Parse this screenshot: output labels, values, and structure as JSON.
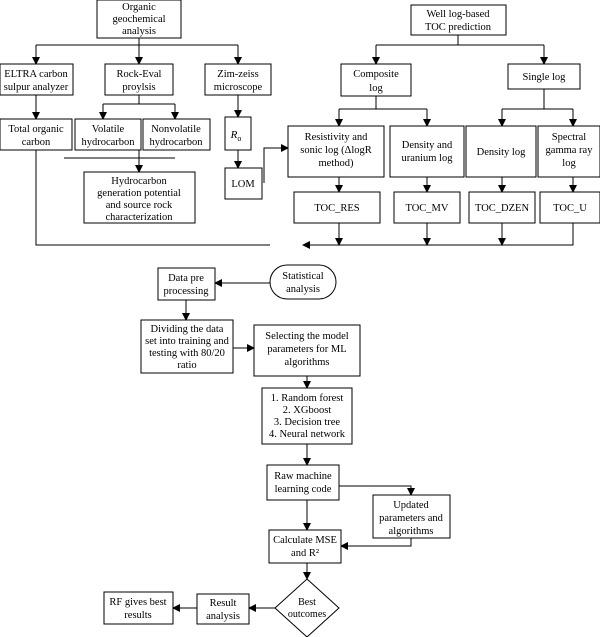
{
  "boxes": {
    "organic": [
      "Organic",
      "geochemical",
      "analysis"
    ],
    "well_log": [
      "Well log-based",
      "TOC prediction"
    ],
    "eltra": [
      "ELTRA carbon",
      "sulpur analyzer"
    ],
    "rock_eval": [
      "Rock-Eval",
      "proylsis"
    ],
    "zim": [
      "Zim-zeiss",
      "microscope"
    ],
    "composite": [
      "Composite",
      "log"
    ],
    "single": [
      "Single log"
    ],
    "toc_carbon": [
      "Total organic",
      "carbon"
    ],
    "volatile": [
      "Volatile",
      "hydrocarbon"
    ],
    "nonvolatile": [
      "Nonvolatile",
      "hydrocarbon"
    ],
    "ro_main": "R",
    "ro_sub": "o",
    "resistivity": [
      "Resistivity and",
      "sonic log (ΔlogR",
      "method)"
    ],
    "density_uranium": [
      "Density and",
      "uranium log"
    ],
    "density_log": [
      "Density log"
    ],
    "spectral": [
      "Spectral",
      "gamma ray",
      "log"
    ],
    "hydrocarbon_gen": [
      "Hydrocarbon",
      "generation potential",
      "and source rock",
      "characterization"
    ],
    "lom": [
      "LOM"
    ],
    "toc_res": [
      "TOC_RES"
    ],
    "toc_mv": [
      "TOC_MV"
    ],
    "toc_dzen": [
      "TOC_DZEN"
    ],
    "toc_u": [
      "TOC_U"
    ],
    "data_pre": [
      "Data pre",
      "processing"
    ],
    "statistical": [
      "Statistical",
      "analysis"
    ],
    "dividing": [
      "Dividing the data",
      "set into training and",
      "testing with 80/20",
      "ratio"
    ],
    "selecting": [
      "Selecting the model",
      "parameters for ML",
      "algorithms"
    ],
    "algorithms": [
      "1. Random forest",
      "2. XGboost",
      "3. Decision tree",
      "4. Neural network"
    ],
    "raw_code": [
      "Raw machine",
      "learning code"
    ],
    "updated": [
      "Updated",
      "parameters and",
      "algorithms"
    ],
    "calculate": [
      "Calculate MSE",
      "and R²"
    ],
    "best": [
      "Best",
      "outcomes"
    ],
    "result": [
      "Result",
      "analysis"
    ],
    "rf_best": [
      "RF gives best",
      "results"
    ]
  }
}
